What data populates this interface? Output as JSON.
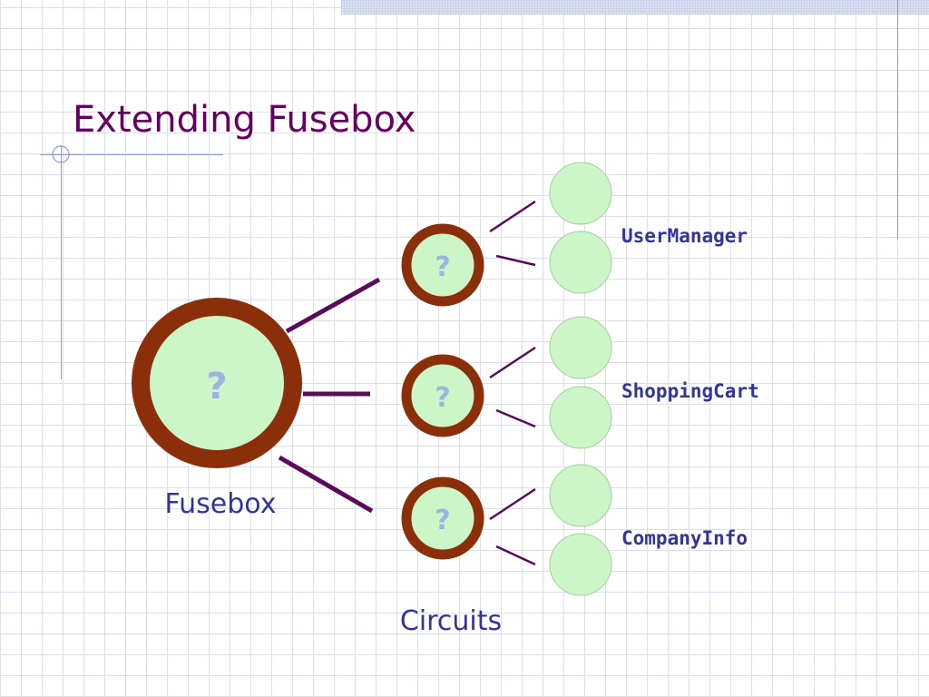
{
  "slide": {
    "title": "Extending Fusebox"
  },
  "diagram": {
    "unknown_symbol": "?",
    "fusebox": {
      "label": "Fusebox"
    },
    "circuits_label": "Circuits",
    "circuits": [
      {
        "name": "UserManager"
      },
      {
        "name": "ShoppingCart"
      },
      {
        "name": "CompanyInfo"
      }
    ]
  },
  "colors": {
    "title": "#66005e",
    "label": "#333399",
    "ring": "#8b2f0a",
    "fill": "#ccf5c8",
    "connector": "#5a0a5a",
    "question_mark": "#9fb3e0",
    "grid": "#d9dfef",
    "rule": "#8b9ad6"
  }
}
